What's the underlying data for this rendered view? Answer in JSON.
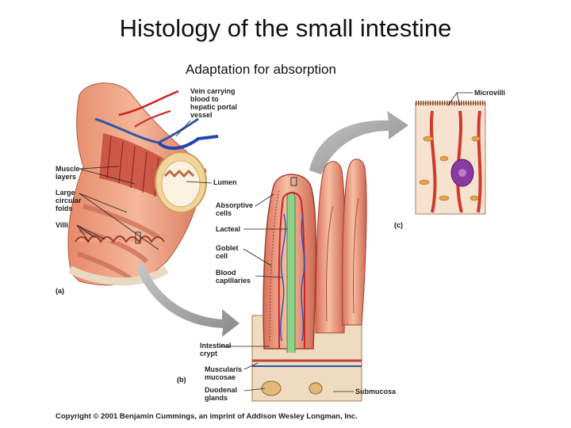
{
  "title": "Histology of the small intestine",
  "subtitle": "Adaptation for absorption",
  "labels": {
    "vein": [
      "Vein carrying",
      "blood to",
      "hepatic portal",
      "vessel"
    ],
    "muscle_layers": [
      "Muscle",
      "layers"
    ],
    "large_circular_folds": [
      "Large",
      "circular",
      "folds"
    ],
    "villi": "Villi",
    "lumen": "Lumen",
    "absorptive_cells": [
      "Absorptive",
      "cells"
    ],
    "lacteal": "Lacteal",
    "goblet_cell": [
      "Goblet",
      "cell"
    ],
    "blood_capillaries": [
      "Blood",
      "capillaries"
    ],
    "intestinal_crypt": [
      "Intestinal",
      "crypt"
    ],
    "muscularis_mucosae": [
      "Muscularis",
      "mucosae"
    ],
    "duodenal_glands": [
      "Duodenal",
      "glands"
    ],
    "submucosa": "Submucosa",
    "microvilli": "Microvilli"
  },
  "panels": {
    "a": "(a)",
    "b": "(b)",
    "c": "(c)"
  },
  "copyright": "Copyright © 2001 Benjamin Cummings, an imprint of Addison Wesley Longman, Inc."
}
